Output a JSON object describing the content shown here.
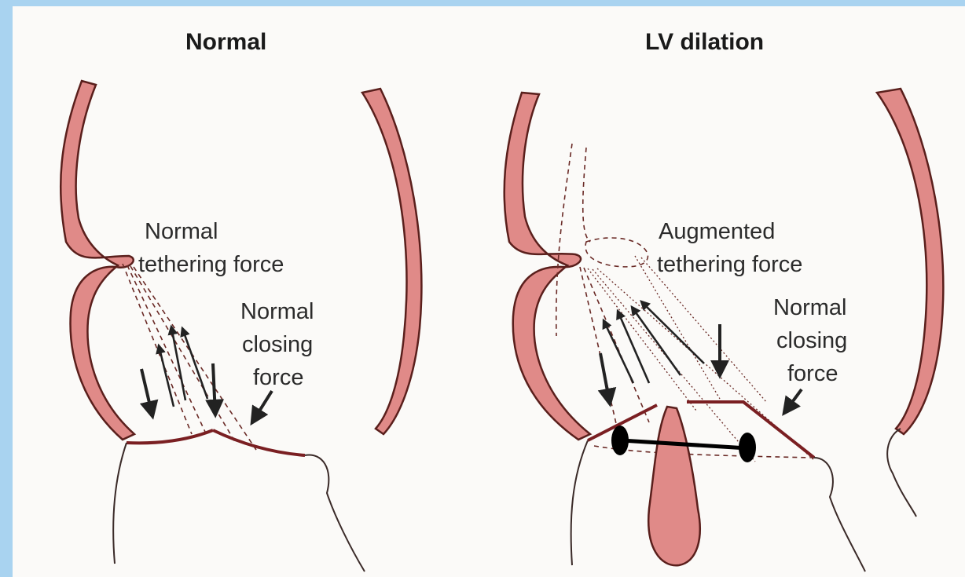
{
  "panels": {
    "normal": {
      "heading": "Normal",
      "tethering_label": [
        "Normal",
        "tethering force"
      ],
      "closing_label": [
        "Normal",
        "closing",
        "force"
      ]
    },
    "dilation": {
      "heading": "LV dilation",
      "tethering_label": [
        "Augmented",
        "tethering force"
      ],
      "closing_label": [
        "Normal",
        "closing",
        "force"
      ]
    }
  },
  "colors": {
    "background": "#a9d3f0",
    "tissue": "#e08a88",
    "leaflet": "#7a1f22",
    "annulus_marker": "#000000"
  }
}
